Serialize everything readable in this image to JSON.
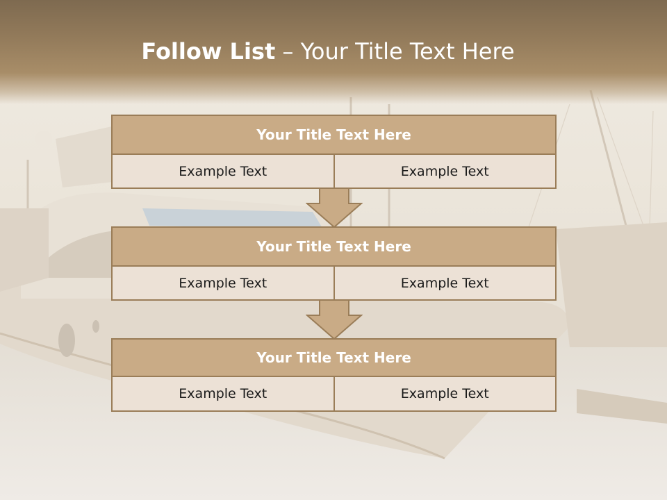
{
  "slide": {
    "title_bold": "Follow List",
    "title_rest": " – Your Title Text Here",
    "blocks": [
      {
        "title": "Your Title Text Here",
        "left": "Example Text",
        "right": "Example Text"
      },
      {
        "title": "Your Title Text Here",
        "left": "Example Text",
        "right": "Example Text"
      },
      {
        "title": "Your Title Text Here",
        "left": "Example Text",
        "right": "Example Text"
      }
    ]
  },
  "colors": {
    "header_fill": "#c9ab86",
    "border": "#9a7d58",
    "cell_fill": "#ece1d6",
    "arrow_fill": "#c9ab86",
    "title_band": "#927a5a"
  }
}
